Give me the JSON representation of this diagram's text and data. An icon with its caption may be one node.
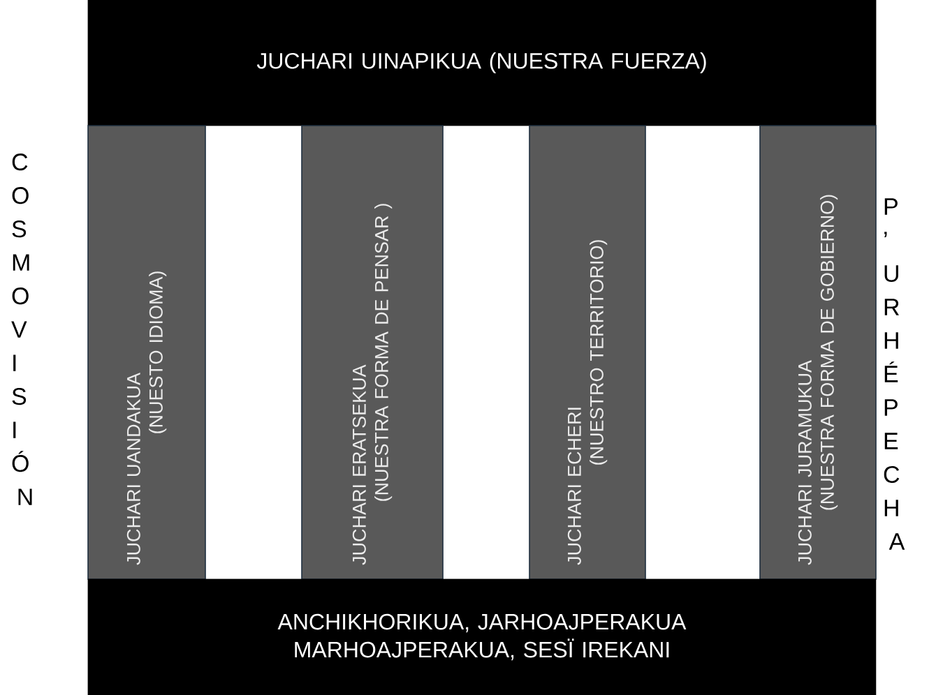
{
  "diagram": {
    "nodes": [
      {
        "text": [
          "JUCHARI UINAPIKUA (NUESTRA FUERZA)"
        ]
      },
      {
        "text": [
          "JUCHARI UANDAKUA (NUESTO IDIOMA)"
        ]
      },
      {
        "text": [
          "JUCHARI ERATSEKUA (NUESTRA FORMA DE PENSAR )"
        ]
      },
      {
        "text": [
          "JUCHARI ECHERI (NUESTRO TERRITORIO)"
        ]
      },
      {
        "text": [
          "JUCHARI JURAMUKUA (NUESTRA FORMA DE GOBIERNO)"
        ]
      },
      {
        "text": [
          "ANCHIKHORIKUA, JARHOAJPERAKUA MARHOAJPERAKUA, SESÏ IREKANI"
        ]
      }
    ],
    "labels": [
      "COSMOVISIÓN",
      "P’URHÉPECHA"
    ]
  }
}
